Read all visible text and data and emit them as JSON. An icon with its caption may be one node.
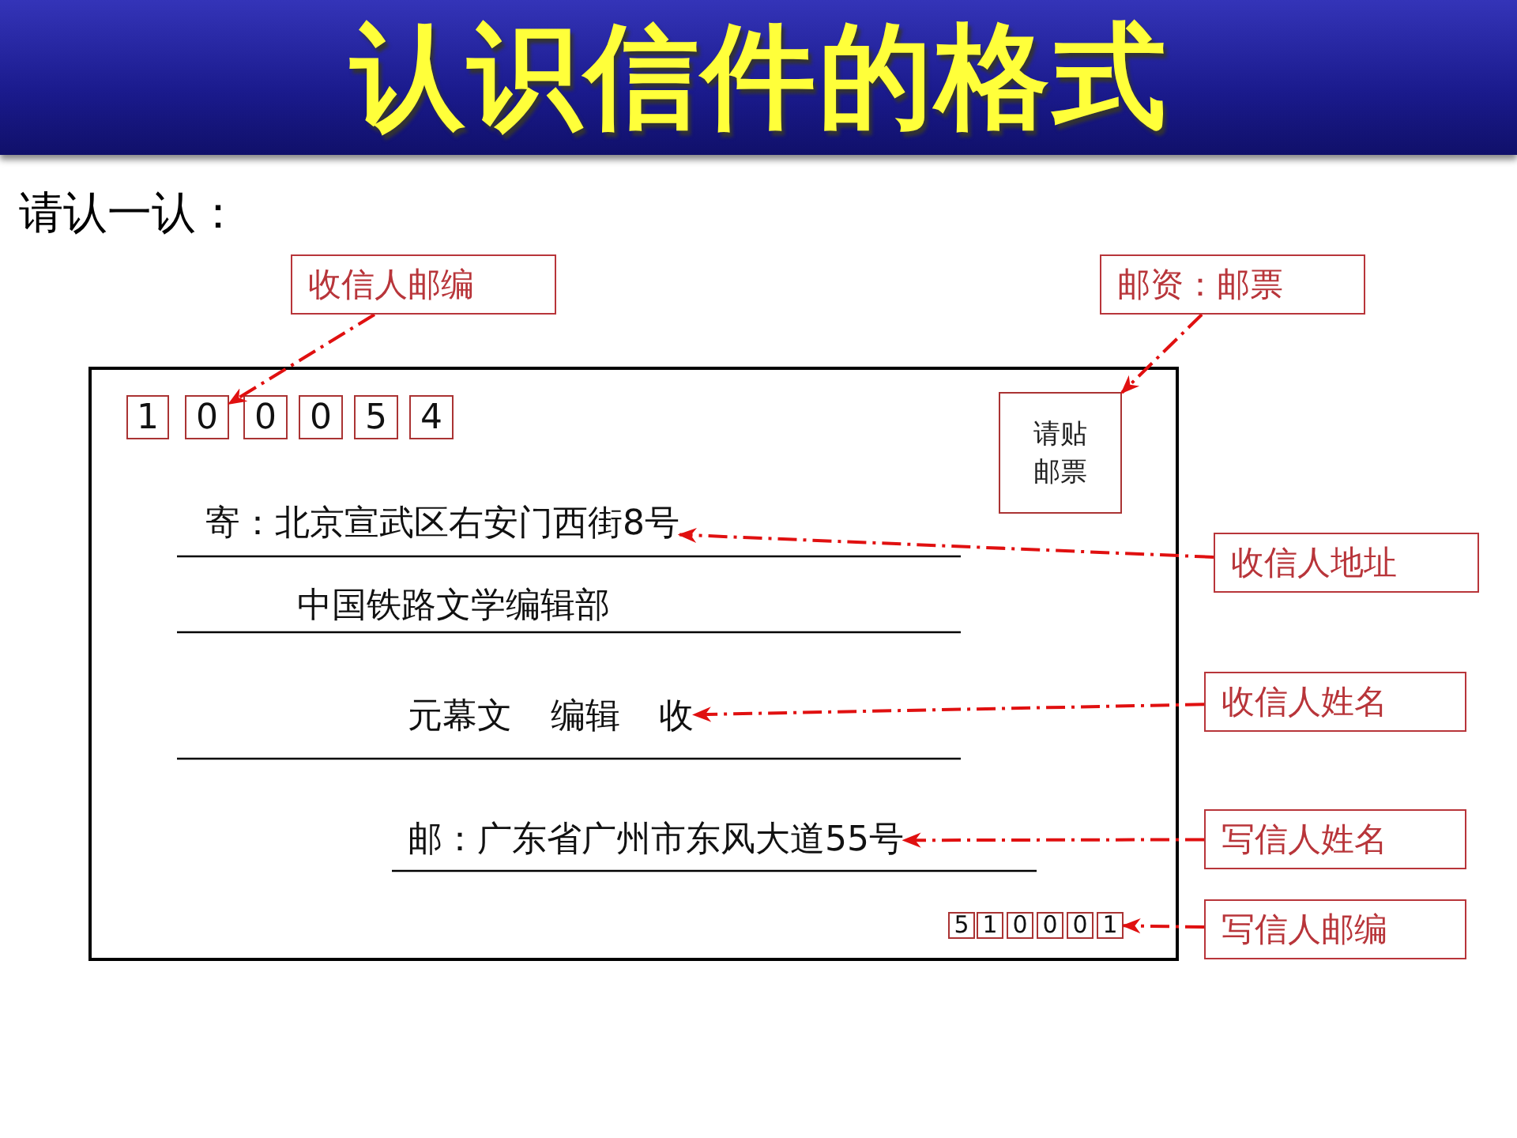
{
  "diagram": {
    "title": "认识信件的格式",
    "nodes": [
      {
        "text": [
          "收信人邮编"
        ]
      },
      {
        "text": [
          "邮资：邮票"
        ]
      },
      {
        "text": [],
        "shape": "box"
      },
      {
        "text": [
          "1"
        ],
        "in": 2
      },
      {
        "text": [
          "0"
        ],
        "in": 2
      },
      {
        "text": [
          "0"
        ],
        "in": 2
      },
      {
        "text": [
          "0"
        ],
        "in": 2
      },
      {
        "text": [
          "5"
        ],
        "in": 2
      },
      {
        "text": [
          "4"
        ],
        "in": 2
      },
      {
        "text": [
          "请贴邮票"
        ],
        "in": 2
      },
      {
        "text": [
          "寄：北京宣武区右安门西街8号"
        ],
        "in": 2
      },
      {
        "text": [
          "中国铁路文学编辑部"
        ],
        "in": 2
      },
      {
        "text": [
          "元幕文 编辑 收"
        ],
        "in": 2
      },
      {
        "text": [
          "邮：广东省广州市东风大道55号"
        ],
        "in": 2
      },
      {
        "text": [
          "5"
        ],
        "in": 2
      },
      {
        "text": [
          "1"
        ],
        "in": 2
      },
      {
        "text": [
          "0"
        ],
        "in": 2
      },
      {
        "text": [
          "0"
        ],
        "in": 2
      },
      {
        "text": [
          "0"
        ],
        "in": 2
      },
      {
        "text": [
          "1"
        ],
        "in": 2
      },
      {
        "text": [
          "收信人地址"
        ]
      },
      {
        "text": [
          "收信人姓名"
        ]
      },
      {
        "text": [
          "写信人姓名"
        ]
      },
      {
        "text": [
          "写信人邮编"
        ]
      }
    ],
    "edges": [
      {
        "from": 0,
        "to": 4,
        "arrow": "to",
        "style": "dashed"
      },
      {
        "from": 1,
        "to": 9,
        "arrow": "to",
        "style": "dashed"
      },
      {
        "from": 20,
        "to": 10,
        "arrow": "to",
        "style": "dashed"
      },
      {
        "from": 21,
        "to": 12,
        "arrow": "to",
        "style": "dashed"
      },
      {
        "from": 22,
        "to": 13,
        "arrow": "to",
        "style": "dashed"
      },
      {
        "from": 23,
        "to": 19,
        "arrow": "to",
        "style": "dashed"
      }
    ],
    "labels": [
      "请认一认："
    ]
  }
}
